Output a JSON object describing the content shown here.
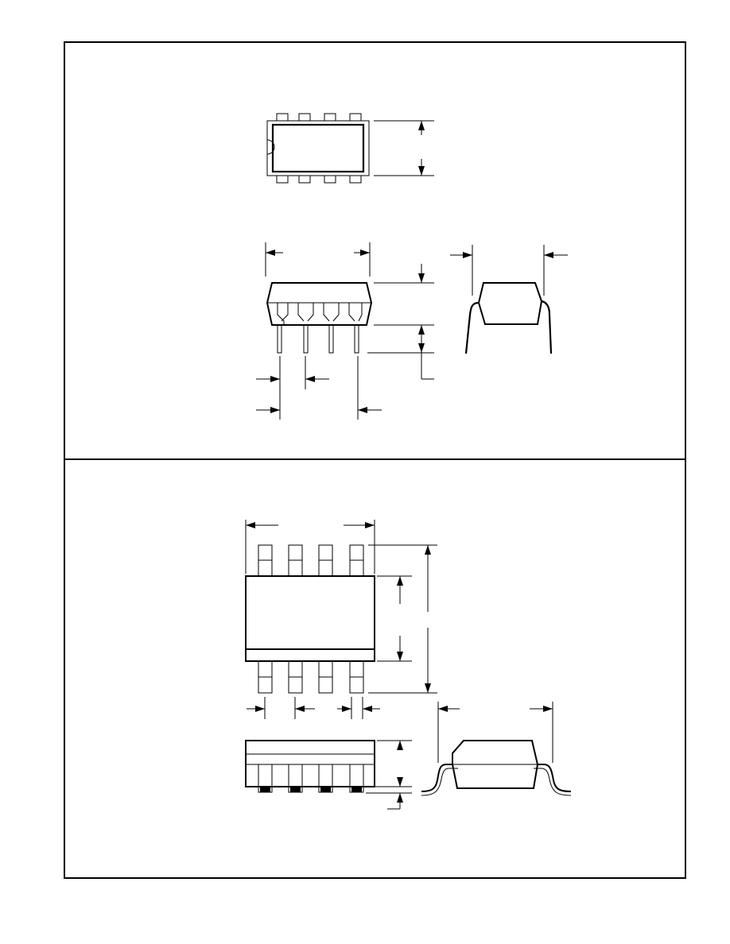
{
  "document": {
    "panels": [
      {
        "id": "dip8-package",
        "views": [
          "top-view",
          "front-view",
          "side-view"
        ]
      },
      {
        "id": "soic8-package",
        "views": [
          "top-view",
          "front-view",
          "side-view"
        ]
      }
    ]
  },
  "colors": {
    "line": "#000000",
    "background": "#ffffff"
  }
}
